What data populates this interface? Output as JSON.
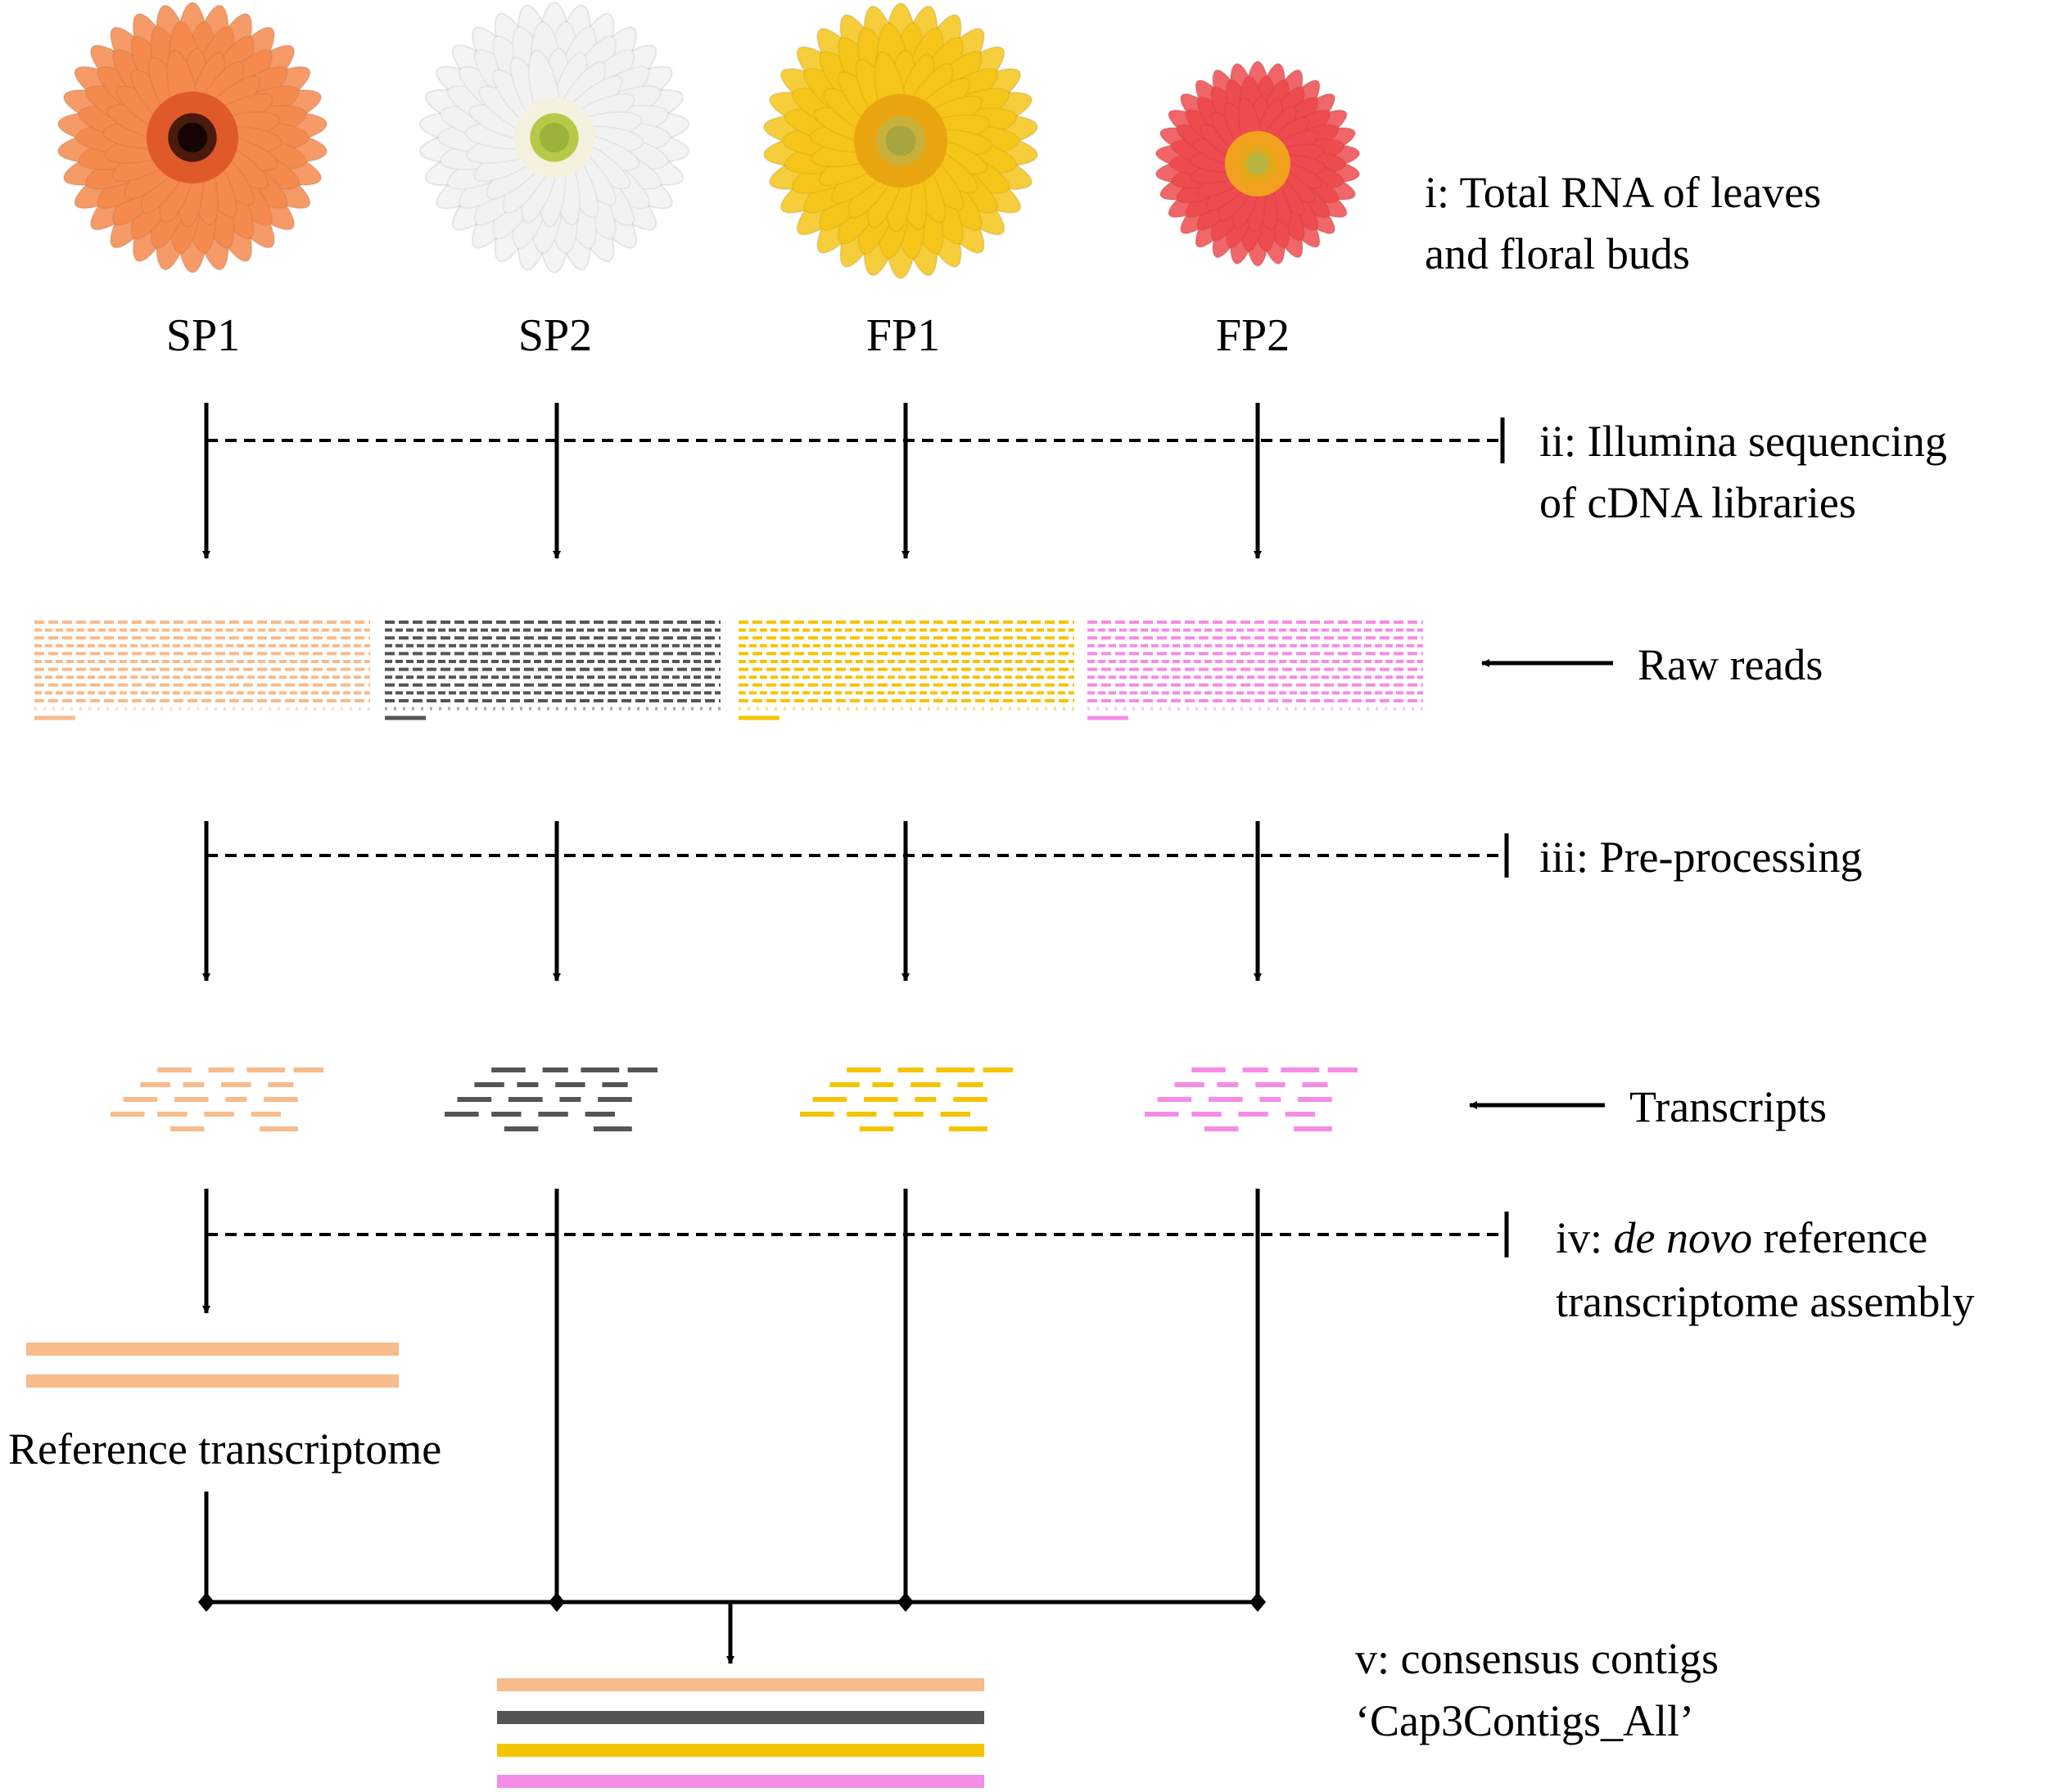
{
  "colors": {
    "SP1": "#F7BB8C",
    "SP2": "#555555",
    "FP1": "#F5C400",
    "FP2": "#F58CE6",
    "flower_SP1": "#F48A4E",
    "flower_SP2": "#F2F2F2",
    "flower_FP1": "#F5C519",
    "flower_FP2": "#EE4B4E"
  },
  "samples": [
    {
      "id": "SP1",
      "label": "SP1",
      "flower": "orange-gerbera-flower"
    },
    {
      "id": "SP2",
      "label": "SP2",
      "flower": "white-gerbera-flower"
    },
    {
      "id": "FP1",
      "label": "FP1",
      "flower": "yellow-gerbera-flower"
    },
    {
      "id": "FP2",
      "label": "FP2",
      "flower": "red-gerbera-flower"
    }
  ],
  "steps": {
    "i": {
      "line1": "i:  Total RNA of leaves",
      "line2": "and floral buds"
    },
    "ii": {
      "line1": "ii:  Illumina  sequencing",
      "line2": "of cDNA libraries"
    },
    "raw_reads": "Raw reads",
    "iii": "iii:  Pre-processing",
    "transcripts": "Transcripts",
    "iv": {
      "prefix": "iv: ",
      "italic": "de novo",
      "suffix": " reference",
      "line2": "transcriptome assembly"
    },
    "reference": "Reference transcriptome",
    "v": {
      "line1": "v:  consensus contigs",
      "line2": "‘Cap3Contigs_All’"
    }
  }
}
